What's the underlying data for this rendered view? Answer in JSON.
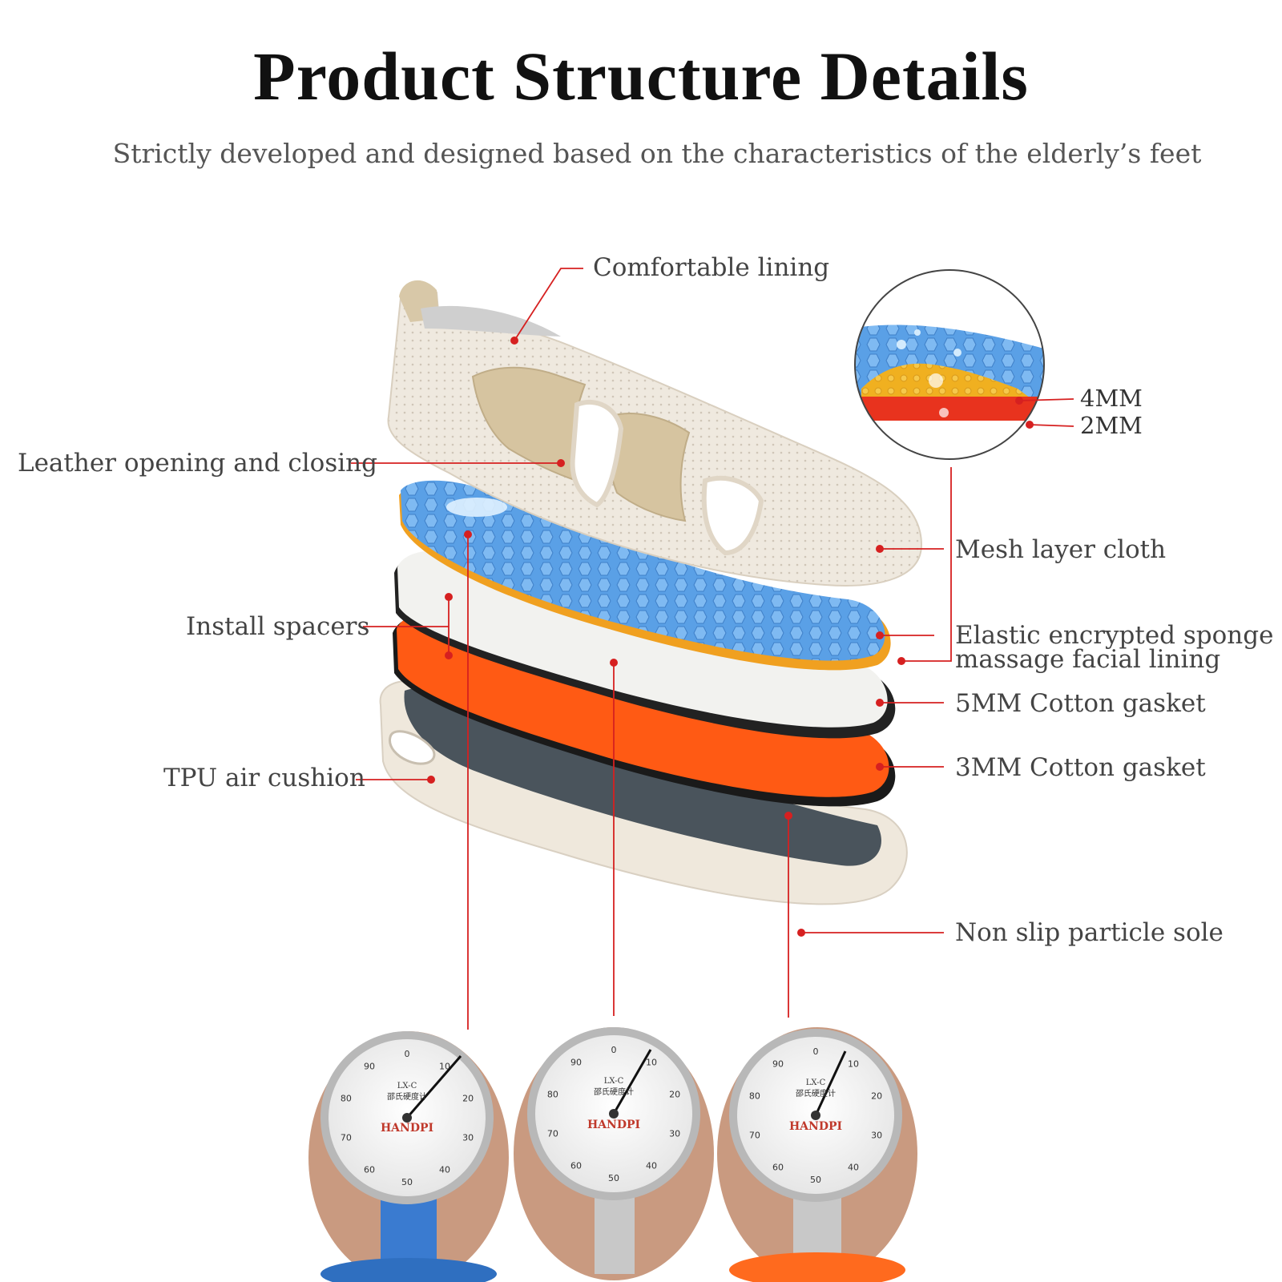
{
  "title": "Product Structure Details",
  "subtitle": "Strictly developed and designed based on the characteristics of the elderly’s feet",
  "labels": {
    "comfortable_lining": "Comfortable lining",
    "leather_opening": "Leather opening and closing",
    "install_spacers": "Install spacers",
    "tpu_air_cushion": "TPU air cushion",
    "mesh_layer": "Mesh layer cloth",
    "elastic_line1": "Elastic encrypted sponge",
    "elastic_line2": "massage facial lining",
    "cotton_5mm": "5MM Cotton gasket",
    "cotton_3mm": "3MM Cotton gasket",
    "non_slip_sole": "Non slip particle sole",
    "thickness_4mm": "4MM",
    "thickness_2mm": "2MM"
  },
  "gauge": {
    "brand": "HANDPI",
    "model": "LX-C",
    "subtitle_cn": "邵氏硬度计",
    "ticks": [
      "0",
      "10",
      "20",
      "30",
      "40",
      "50",
      "60",
      "70",
      "80",
      "90"
    ]
  },
  "colors": {
    "accent_red": "#d62020",
    "insole_blue": "#4a90d9",
    "gasket_orange": "#ff5a14",
    "sole_grey": "#4a545c",
    "shoe_beige": "#ece5da"
  }
}
